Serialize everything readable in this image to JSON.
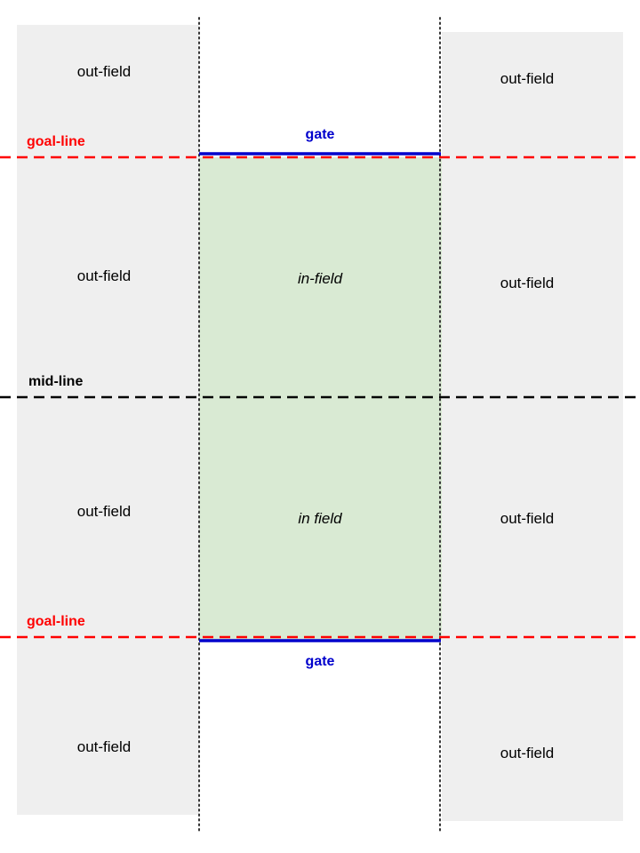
{
  "labels": {
    "out_field": "out-field",
    "in_field_top": "in-field",
    "in_field_bottom": "in field",
    "gate": "gate",
    "goal_line": "goal-line",
    "mid_line": "mid-line"
  },
  "colors": {
    "out_field_fill": "#efefef",
    "in_field_fill": "#d9ead3",
    "goal_line": "#ff0000",
    "mid_line": "#000000",
    "gate": "#0000cc",
    "boundary_dots": "#333333"
  }
}
